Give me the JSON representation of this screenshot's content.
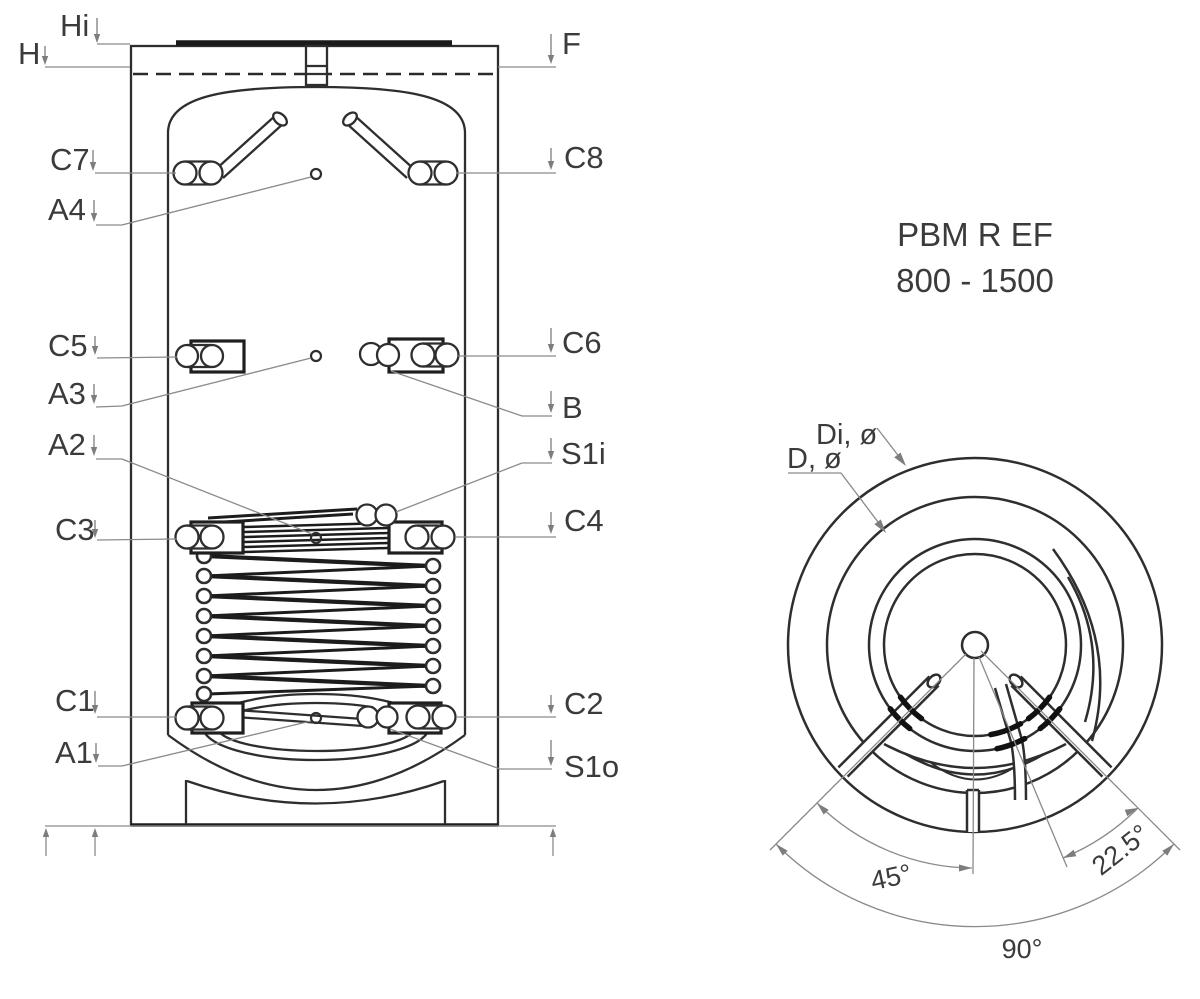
{
  "drawing_title": {
    "line1": "PBM R EF",
    "line2": "800 - 1500"
  },
  "front": {
    "hi": "Hi",
    "h": "H",
    "f": "F",
    "c7": "C7",
    "c8": "C8",
    "a4": "A4",
    "c5": "C5",
    "a3": "A3",
    "c6": "C6",
    "b": "B",
    "a2": "A2",
    "s1i": "S1i",
    "c3": "C3",
    "c4": "C4",
    "c1": "C1",
    "c2": "C2",
    "a1": "A1",
    "s1o": "S1o"
  },
  "top": {
    "dia_outer": "Di, ø",
    "dia_inner": "D, ø",
    "angle_45": "45°",
    "angle_225": "22.5°",
    "angle_90": "90°"
  },
  "colors": {
    "line": "#2e2e2e",
    "dark_line": "#1a1a1a",
    "leader": "#8a8a8a",
    "text": "#3b3b3b",
    "background": "#ffffff"
  }
}
